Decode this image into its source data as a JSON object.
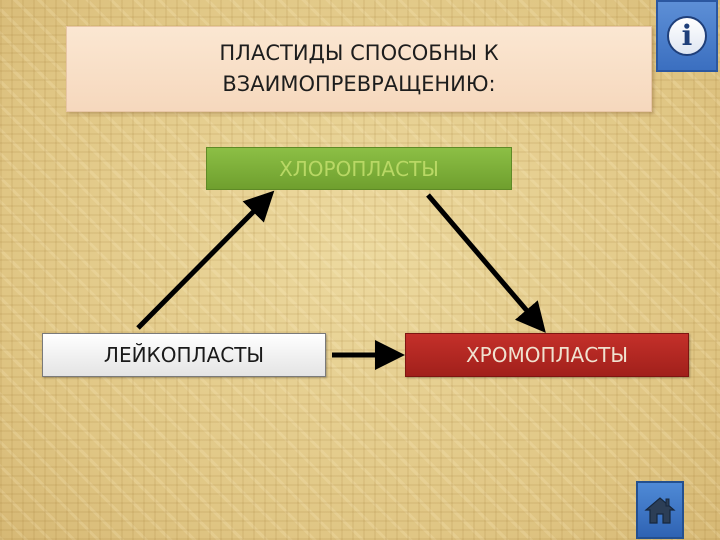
{
  "title": {
    "line1": "ПЛАСТИДЫ  СПОСОБНЫ  К",
    "line2": "ВЗАИМОПРЕВРАЩЕНИЮ:"
  },
  "nodes": {
    "chloroplasts": "ХЛОРОПЛАСТЫ",
    "leucoplasts": "ЛЕЙКОПЛАСТЫ",
    "chromoplasts": "ХРОМОПЛАСТЫ"
  },
  "arrows": [
    {
      "from": "leucoplasts",
      "to": "chloroplasts"
    },
    {
      "from": "chloroplasts",
      "to": "chromoplasts"
    },
    {
      "from": "leucoplasts",
      "to": "chromoplasts"
    }
  ],
  "icons": {
    "info": "info-icon",
    "home": "home-icon"
  },
  "colors": {
    "chloroplasts_fill": "#7fb03b",
    "leucoplasts_fill": "#f2f2f2",
    "chromoplasts_fill": "#b52823",
    "title_fill": "#f8dfc6",
    "button_blue": "#3b6fc0"
  }
}
